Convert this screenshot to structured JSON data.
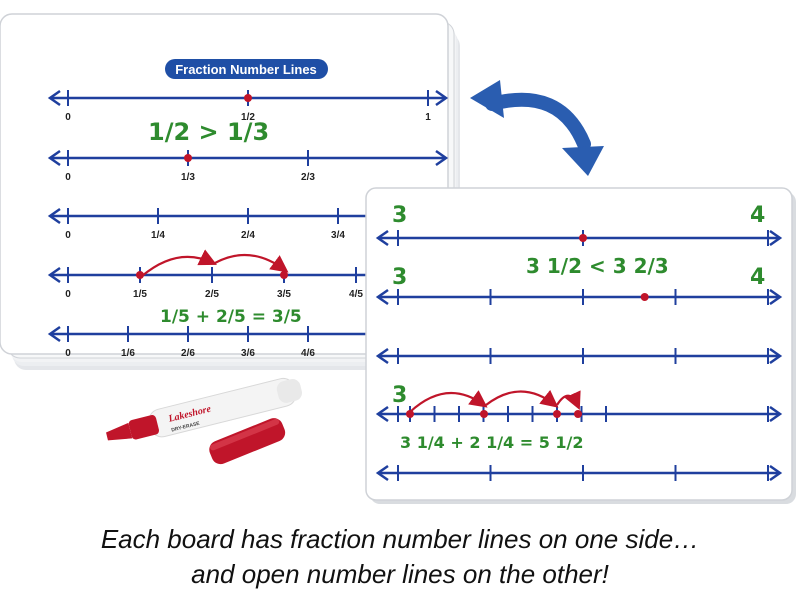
{
  "board_front": {
    "title": "Fraction Number Lines",
    "lines": [
      {
        "ticks": [
          "0",
          "1/2",
          "1"
        ]
      },
      {
        "ticks": [
          "0",
          "1/3",
          "2/3"
        ]
      },
      {
        "ticks": [
          "0",
          "1/4",
          "2/4",
          "3/4"
        ]
      },
      {
        "ticks": [
          "0",
          "1/5",
          "2/5",
          "3/5",
          "4/5"
        ]
      },
      {
        "ticks": [
          "0",
          "1/6",
          "2/6",
          "3/6",
          "4/6"
        ]
      }
    ],
    "handwriting": {
      "comparison": "1/2 > 1/3",
      "sum": "1/5 + 2/5 = 3/5"
    }
  },
  "board_back": {
    "line1_labels": {
      "left": "3",
      "right": "4"
    },
    "line2_labels": {
      "left": "3",
      "right": "4"
    },
    "comparison": "3 1/2 < 3 2/3",
    "line4_label": "3",
    "sum": "3 1/4 + 2 1/4 = 5 1/2"
  },
  "marker": {
    "brand": "Lakeshore",
    "subtext": "DRY-ERASE"
  },
  "caption": {
    "line1": "Each board has fraction number lines on one side…",
    "line2": "and open number lines on the other!"
  },
  "colors": {
    "number_line": "#1f3f9e",
    "handwriting": "#2e8b2e",
    "jump_arrows": "#c0152a",
    "double_arrow": "#2a5db0",
    "marker_body": "#c0152a"
  }
}
